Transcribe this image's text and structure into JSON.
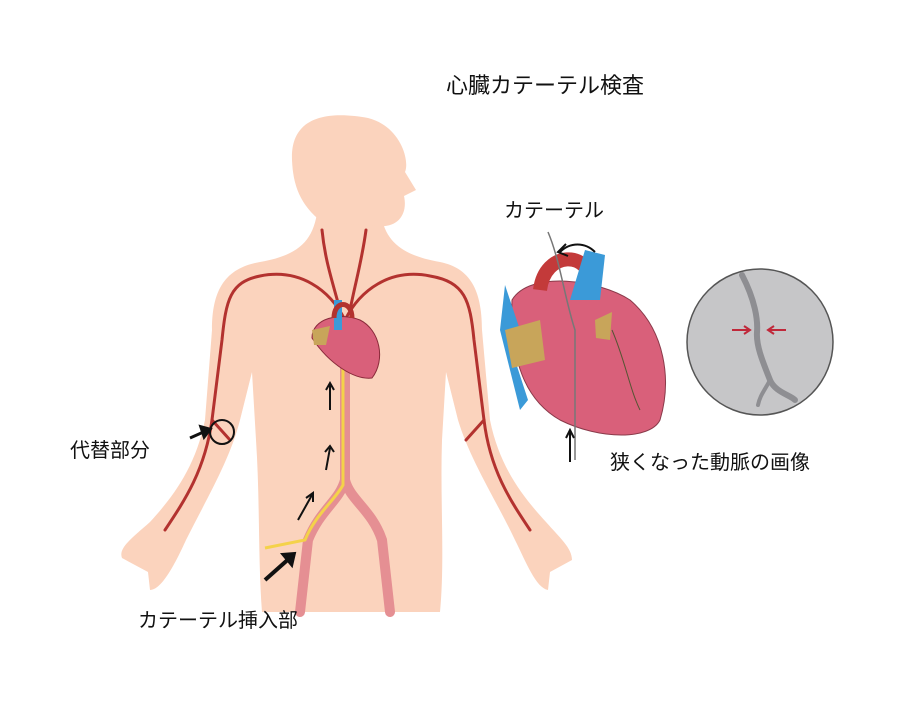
{
  "title": "心臓カテーテル検査",
  "labels": {
    "catheter": "カテーテル",
    "alternative_site": "代替部分",
    "narrowed_artery_image": "狭くなった動脈の画像",
    "insertion_site": "カテーテル挿入部"
  },
  "colors": {
    "skin": "#fbd3bd",
    "artery": "#b3322f",
    "catheter": "#f4d24a",
    "heart": "#d9607a",
    "vessel_blue": "#3b9ad8",
    "angiogram_bg": "#c6c6c8",
    "marker": "#c0283a"
  }
}
